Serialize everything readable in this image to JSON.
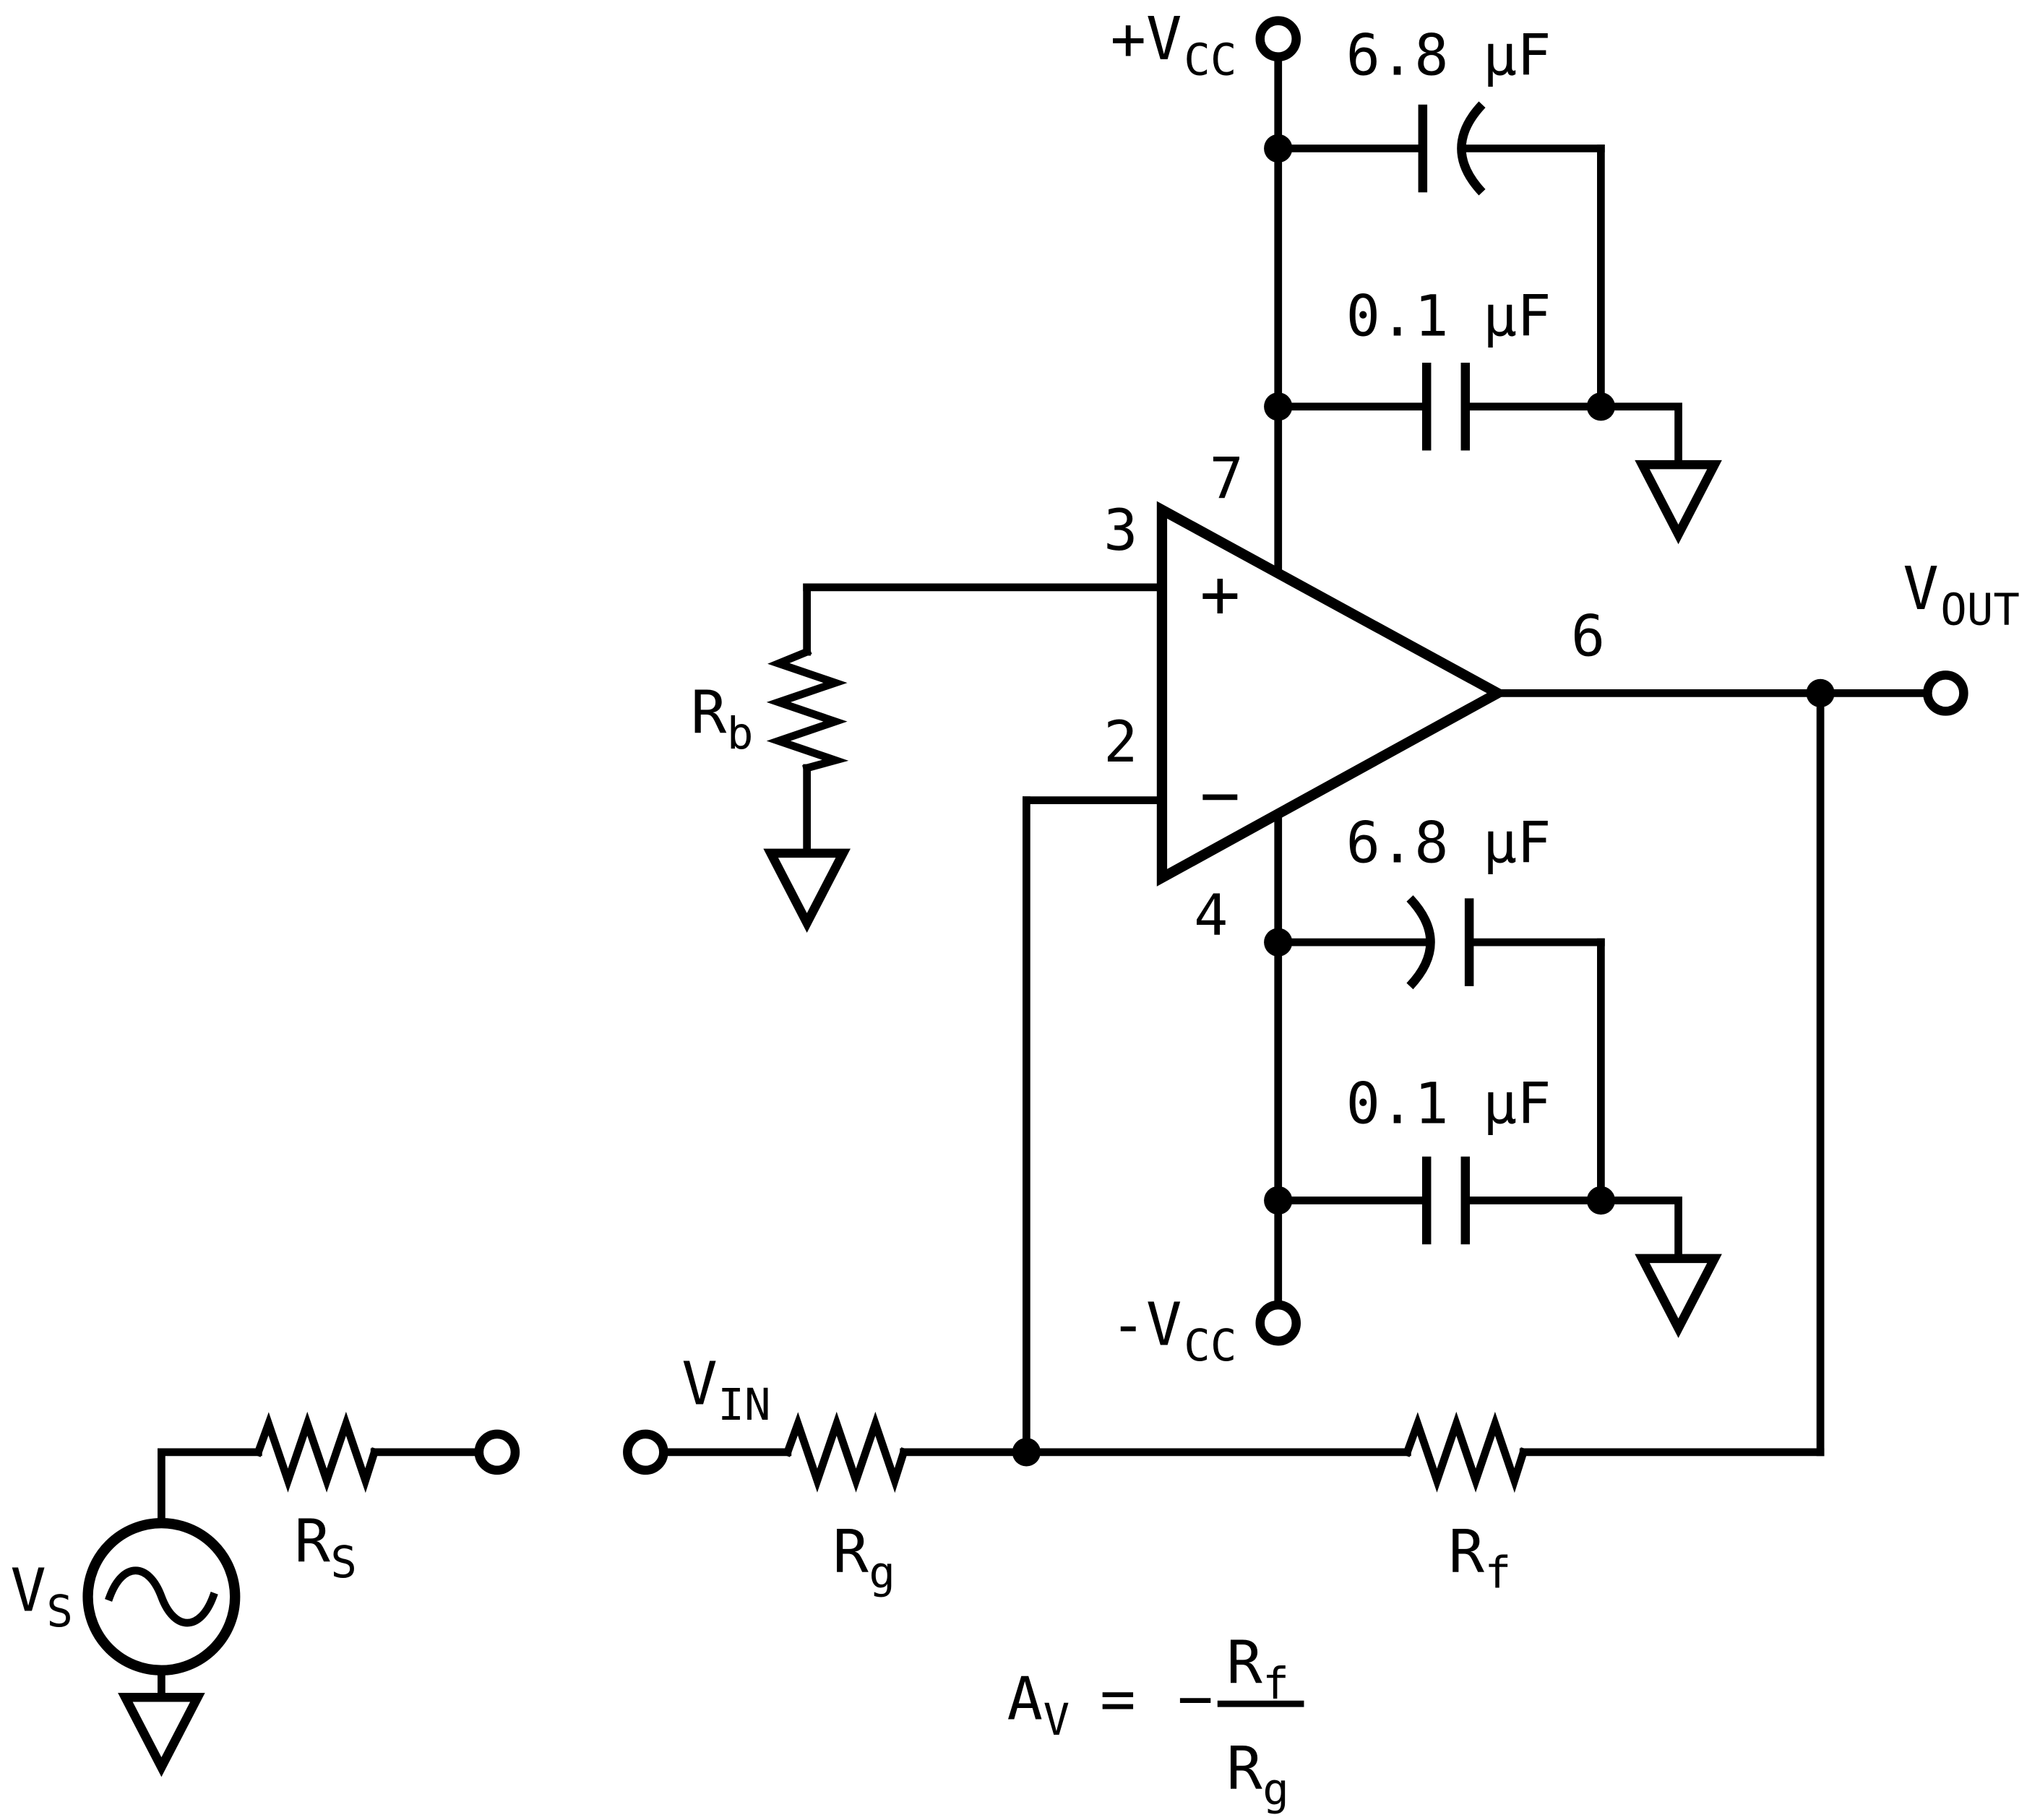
{
  "colors": {
    "ink": "#000000",
    "background": "#ffffff"
  },
  "supplies": {
    "positive": {
      "main": "+V",
      "sub": "CC"
    },
    "negative": {
      "main": "-V",
      "sub": "CC"
    }
  },
  "capacitors": {
    "pos_bulk": "6.8 μF",
    "pos_hf": "0.1 μF",
    "neg_bulk": "6.8 μF",
    "neg_hf": "0.1 μF"
  },
  "opamp": {
    "pin_vplus": "7",
    "pin_noninverting": "3",
    "pin_inverting": "2",
    "pin_vminus": "4",
    "pin_output": "6",
    "plus_sign": "+",
    "minus_sign": "−"
  },
  "ports": {
    "vout": {
      "main": "V",
      "sub": "OUT"
    },
    "vin": {
      "main": "V",
      "sub": "IN"
    }
  },
  "components": {
    "rb": {
      "main": "R",
      "sub": "b"
    },
    "rg": {
      "main": "R",
      "sub": "g"
    },
    "rf": {
      "main": "R",
      "sub": "f"
    },
    "rs": {
      "main": "R",
      "sub": "S"
    },
    "vs": {
      "main": "V",
      "sub": "S"
    }
  },
  "formula": {
    "gain_main": "A",
    "gain_sub": "V",
    "equals": "=",
    "sign": "−",
    "numerator_main": "R",
    "numerator_sub": "f",
    "denominator_main": "R",
    "denominator_sub": "g"
  }
}
